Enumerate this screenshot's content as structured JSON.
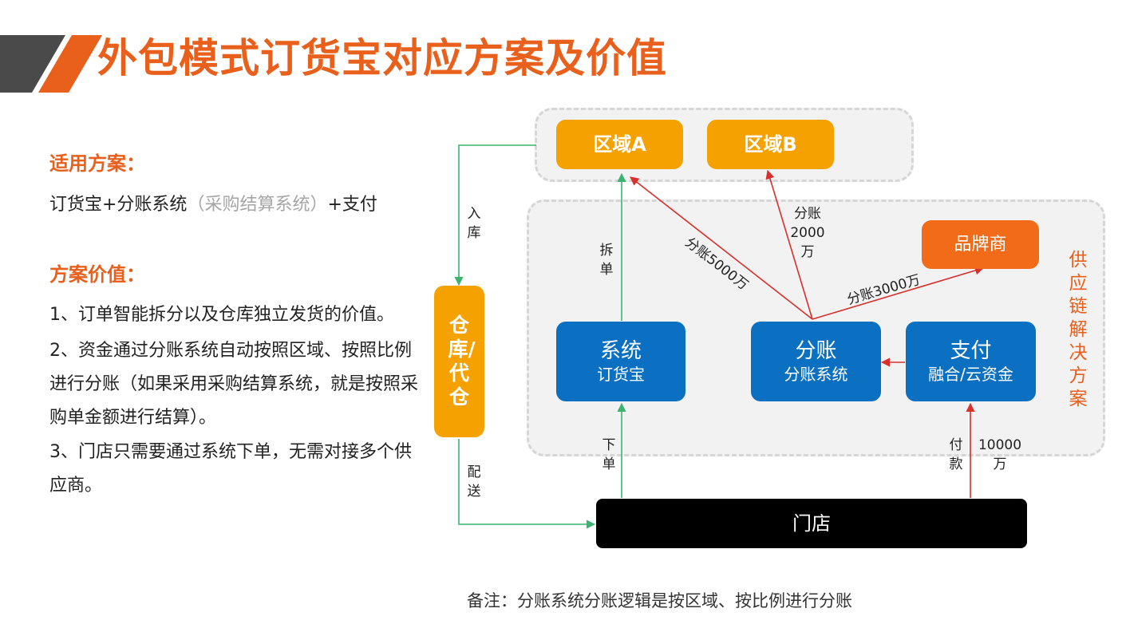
{
  "title": "外包模式订货宝对应方案及价值",
  "sections": {
    "applicable_heading": "适用方案：",
    "applicable_text_a": "订货宝+分账系统",
    "applicable_text_b": "（采购结算系统）",
    "applicable_text_c": "+支付",
    "value_heading": "方案价值：",
    "value_1": "1、订单智能拆分以及仓库独立发货的价值。",
    "value_2": "2、资金通过分账系统自动按照区域、按照比例进行分账（如果采用采购结算系统，就是按照采购单金额进行结算）。",
    "value_3": "3、门店只需要通过系统下单，无需对接多个供应商。"
  },
  "diagram": {
    "region_a": "区域A",
    "region_b": "区域B",
    "brand": "品牌商",
    "warehouse": "仓库/代仓",
    "system_title": "系统",
    "system_sub": "订货宝",
    "split_title": "分账",
    "split_sub": "分账系统",
    "pay_title": "支付",
    "pay_sub": "融合/云资金",
    "store": "门店",
    "side_label": "供应链解决方案",
    "label_inbound": "入库",
    "label_split_order": "拆单",
    "label_delivery": "配送",
    "label_place_order": "下单",
    "label_payment": "付款",
    "label_payment_amount": "10000万",
    "label_share_5000": "分账5000万",
    "label_share_2000": "分账2000万",
    "label_share_3000": "分账3000万"
  },
  "note": "备注：分账系统分账逻辑是按区域、按比例进行分账",
  "colors": {
    "accent": "#e8601c",
    "orange_box": "#f5a200",
    "brand_box": "#f26b18",
    "blue_box": "#0b6fc2",
    "green_arrow": "#3cb371",
    "red_arrow": "#d9302c"
  }
}
